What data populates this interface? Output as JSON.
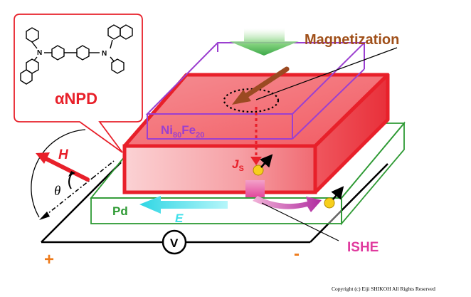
{
  "labels": {
    "molecule": "αNPD",
    "magnetization": "Magnetization",
    "ferromagnet_base": "Ni",
    "ferromagnet_sub1": "80",
    "ferromagnet_mid": "Fe",
    "ferromagnet_sub2": "20",
    "spin_current_main": "J",
    "spin_current_sub": "S",
    "field": "H",
    "angle": "θ",
    "metal": "Pd",
    "electric_field": "E",
    "ishe": "ISHE",
    "voltmeter": "V",
    "plus": "+",
    "minus": "-",
    "copyright": "Copyright (c) Eiji SHIKOH All Rights Reserved"
  },
  "colors": {
    "ferromagnet": "#e8202a",
    "ferromagnet_fill_top": "#f47a80",
    "ferromagnet_fill_front": "#f9b4b8",
    "organic_layer": "#9b3fd0",
    "pd_layer": "#2e9a34",
    "magnetization_text": "#a0501a",
    "molecule_label": "#e8202a",
    "e_arrow": "#3fe0ea",
    "ishe": "#e03a9e",
    "terminals": "#ee7a1a"
  }
}
